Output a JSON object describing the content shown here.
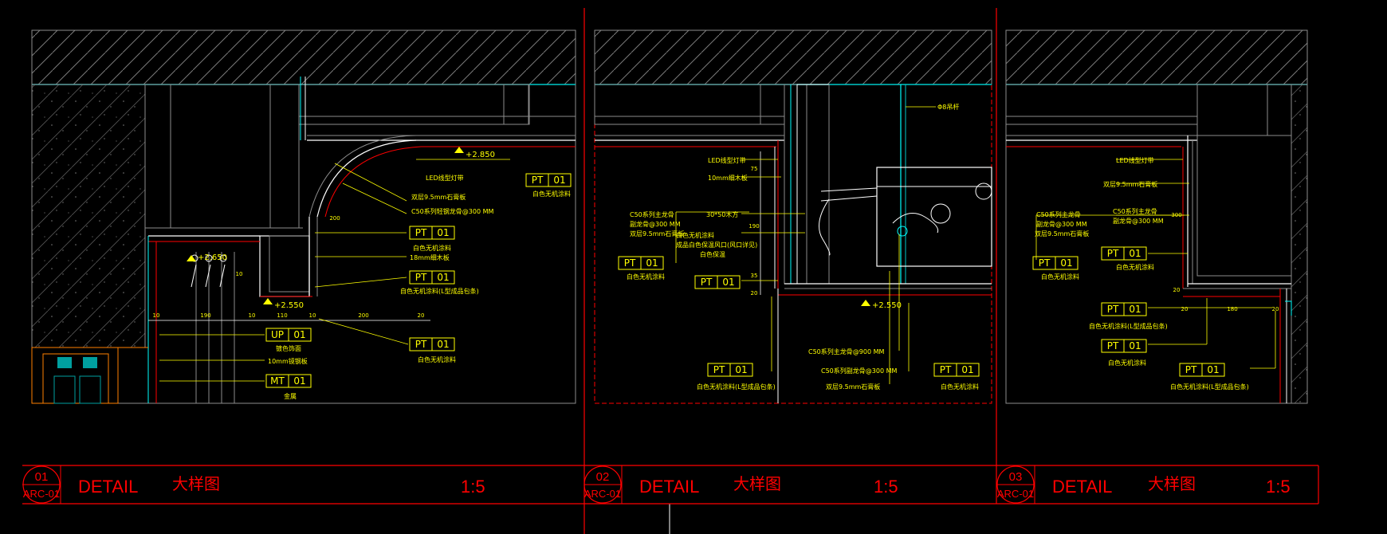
{
  "colors": {
    "background": "#000000",
    "accent_red": "#ff0000",
    "annotation_yellow": "#ffff00",
    "linework_white": "#ffffff",
    "linework_cyan": "#00ffff",
    "linework_gray": "#8c8c8c",
    "door_cyan": "#00a0a0",
    "door_orange": "#ff8000"
  },
  "panels": [
    {
      "id": "01",
      "number": "01",
      "sheet": "ARC-01",
      "title_en": "DETAIL",
      "title_cn": "大样图",
      "scale": "1:5",
      "elevations": [
        "+2.850",
        "+2.650",
        "+2.550"
      ],
      "notes": [
        "LED线型灯带",
        "双层9.5mm石膏板",
        "C50系列轻钢龙骨@300 MM",
        "白色无机涂料",
        "18mm细木板",
        "自色无机涂料(L型成品包条)",
        "镀色饰面",
        "10mm镜钢板",
        "金属",
        "白色无机涂料",
        "白色无机涂料"
      ],
      "tags": [
        {
          "code": "PT",
          "num": "01"
        },
        {
          "code": "PT",
          "num": "01"
        },
        {
          "code": "PT",
          "num": "01"
        },
        {
          "code": "UP",
          "num": "01"
        },
        {
          "code": "PT",
          "num": "01"
        },
        {
          "code": "MT",
          "num": "01"
        }
      ],
      "dims": [
        "10",
        "190",
        "10",
        "110",
        "10",
        "200",
        "20",
        "200",
        "10"
      ]
    },
    {
      "id": "02",
      "number": "02",
      "sheet": "ARC-01",
      "title_en": "DETAIL",
      "title_cn": "大样图",
      "scale": "1:5",
      "elevations": [
        "+2.550"
      ],
      "notes": [
        "Φ8吊杆",
        "LED线型灯带",
        "10mm细木板",
        "30*50木方",
        "C50系列主龙骨",
        "副龙骨@300 MM",
        "双层9.5mm石膏板",
        "白色无机涂料",
        "成品白色保温风口(风口详见)",
        "白色保温",
        "白色无机涂料",
        "C50系列主龙骨@900 MM",
        "C50系列副龙骨@300 MM",
        "双层9.5mm石膏板",
        "白色无机涂料(L型成品包条)",
        "白色无机涂料"
      ],
      "tags": [
        {
          "code": "PT",
          "num": "01"
        },
        {
          "code": "PT",
          "num": "01"
        },
        {
          "code": "PT",
          "num": "01"
        },
        {
          "code": "PT",
          "num": "01"
        }
      ],
      "dims": [
        "75",
        "190",
        "35",
        "20"
      ]
    },
    {
      "id": "03",
      "number": "03",
      "sheet": "ARC-01",
      "title_en": "DETAIL",
      "title_cn": "大样图",
      "scale": "1:5",
      "elevations": [],
      "notes": [
        "LED线型灯带",
        "双层9.5mm石膏板",
        "C50系列主龙骨",
        "副龙骨@300 MM",
        "双层9.5mm石膏板",
        "C50系列主龙骨",
        "副龙骨@300 MM",
        "白色无机涂料",
        "白色无机涂料",
        "自色无机涂料(L型成品包条)",
        "白色无机涂料",
        "白色无机涂料(L型成品包条)"
      ],
      "tags": [
        {
          "code": "PT",
          "num": "01"
        },
        {
          "code": "PT",
          "num": "01"
        },
        {
          "code": "PT",
          "num": "01"
        },
        {
          "code": "PT",
          "num": "01"
        },
        {
          "code": "PT",
          "num": "01"
        }
      ],
      "dims": [
        "20",
        "180",
        "20",
        "300",
        "20"
      ]
    }
  ]
}
